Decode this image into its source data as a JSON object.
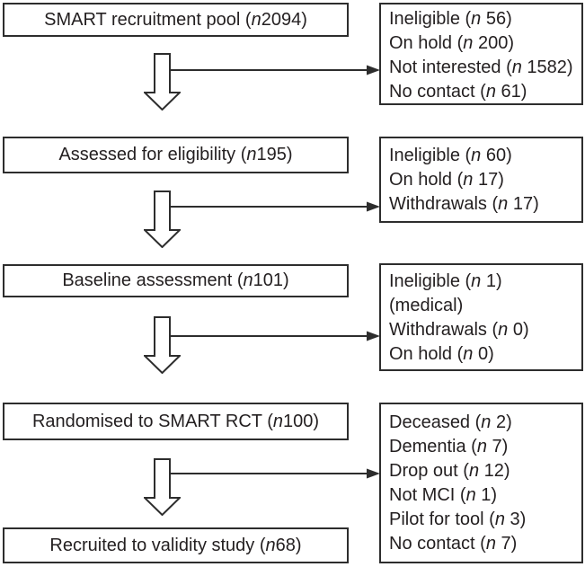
{
  "colors": {
    "line": "#2d2d2d",
    "text": "#231f20",
    "background": "#ffffff"
  },
  "icons": {
    "down_arrow": "down-arrow",
    "branch_arrow": "right-arrow"
  },
  "flow": {
    "stages": [
      {
        "box": {
          "pre": "SMART recruitment pool (",
          "n": "n",
          "post": " 2094)"
        },
        "side": [
          {
            "pre": "Ineligible (",
            "n": "n",
            "post": " 56)"
          },
          {
            "pre": "On hold (",
            "n": "n",
            "post": " 200)"
          },
          {
            "pre": "Not interested (",
            "n": "n",
            "post": " 1582)"
          },
          {
            "pre": "No contact (",
            "n": "n",
            "post": " 61)"
          }
        ]
      },
      {
        "box": {
          "pre": "Assessed for eligibility (",
          "n": "n",
          "post": " 195)"
        },
        "side": [
          {
            "pre": "Ineligible (",
            "n": "n",
            "post": " 60)"
          },
          {
            "pre": "On hold (",
            "n": "n",
            "post": " 17)"
          },
          {
            "pre": "Withdrawals (",
            "n": "n",
            "post": " 17)"
          }
        ]
      },
      {
        "box": {
          "pre": "Baseline assessment (",
          "n": "n",
          "post": " 101)"
        },
        "side": [
          {
            "pre": "Ineligible (",
            "n": "n",
            "post": " 1)"
          },
          {
            "pre": "(medical)",
            "n": "",
            "post": ""
          },
          {
            "pre": "Withdrawals (",
            "n": "n",
            "post": " 0)"
          },
          {
            "pre": "On hold (",
            "n": "n",
            "post": " 0)"
          }
        ]
      },
      {
        "box": {
          "pre": "Randomised to SMART RCT (",
          "n": "n",
          "post": " 100)"
        },
        "side": [
          {
            "pre": "Deceased (",
            "n": "n",
            "post": " 2)"
          },
          {
            "pre": "Dementia (",
            "n": "n",
            "post": " 7)"
          },
          {
            "pre": "Drop out (",
            "n": "n",
            "post": " 12)"
          },
          {
            "pre": "Not MCI (",
            "n": "n",
            "post": " 1)"
          },
          {
            "pre": "Pilot for tool (",
            "n": "n",
            "post": " 3)"
          },
          {
            "pre": "No contact (",
            "n": "n",
            "post": " 7)"
          }
        ]
      },
      {
        "box": {
          "pre": "Recruited to validity study (",
          "n": "n",
          "post": " 68)"
        }
      }
    ]
  }
}
